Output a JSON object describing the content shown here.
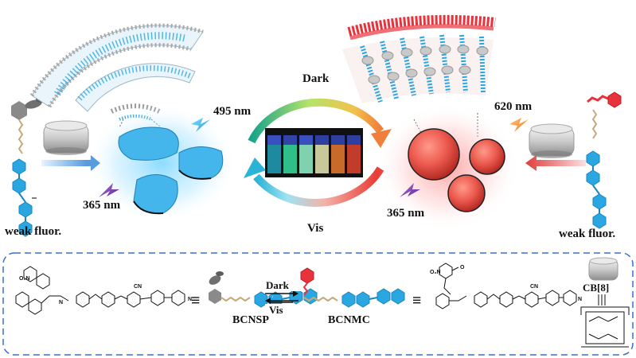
{
  "top": {
    "cycle_top_label": "Dark",
    "cycle_bottom_label": "Vis",
    "left_emission_label": "495 nm",
    "left_excitation_label": "365 nm",
    "right_emission_label": "620 nm",
    "right_excitation_label": "365 nm",
    "left_weak_label": "weak fluor.",
    "right_weak_label": "weak fluor."
  },
  "bottom": {
    "bcnsp_label": "BCNSP",
    "bcnmc_label": "BCNMC",
    "arrow_top_label": "Dark",
    "arrow_bottom_label": "Vis",
    "cb8_label": "CB[8]",
    "equiv_symbol": "≡",
    "nitro_label": "O₂N",
    "cn_label": "CN",
    "n_label": "N",
    "o_label": "O"
  },
  "colors": {
    "blue_chain": "#2aa7e0",
    "red_accent": "#e8323c",
    "grey_cap": "#9a9a9a",
    "dash_box": "#3c6fd0"
  }
}
